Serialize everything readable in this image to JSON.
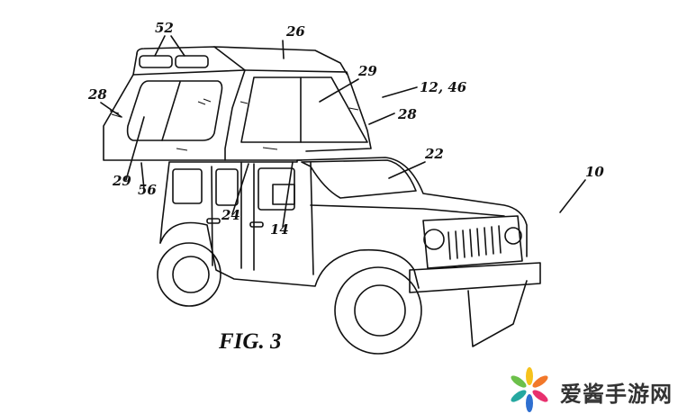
{
  "figure": {
    "title": "FIG. 3",
    "reference_numerals": {
      "vehicle": "10",
      "camper": "12, 46",
      "door": "14",
      "windshield": "22",
      "pillar": "24",
      "roof": "26",
      "side_wall_left": "28",
      "side_wall_right": "28",
      "window_front": "29",
      "window_side": "29",
      "vents": "52",
      "bottom_edge": "56"
    }
  },
  "watermark": {
    "text": "爱酱手游网",
    "petal_colors": [
      "#f6c21c",
      "#f2782a",
      "#e8306e",
      "#8b3fb0",
      "#2e6fd0",
      "#25a8a0",
      "#6cc04a"
    ]
  }
}
